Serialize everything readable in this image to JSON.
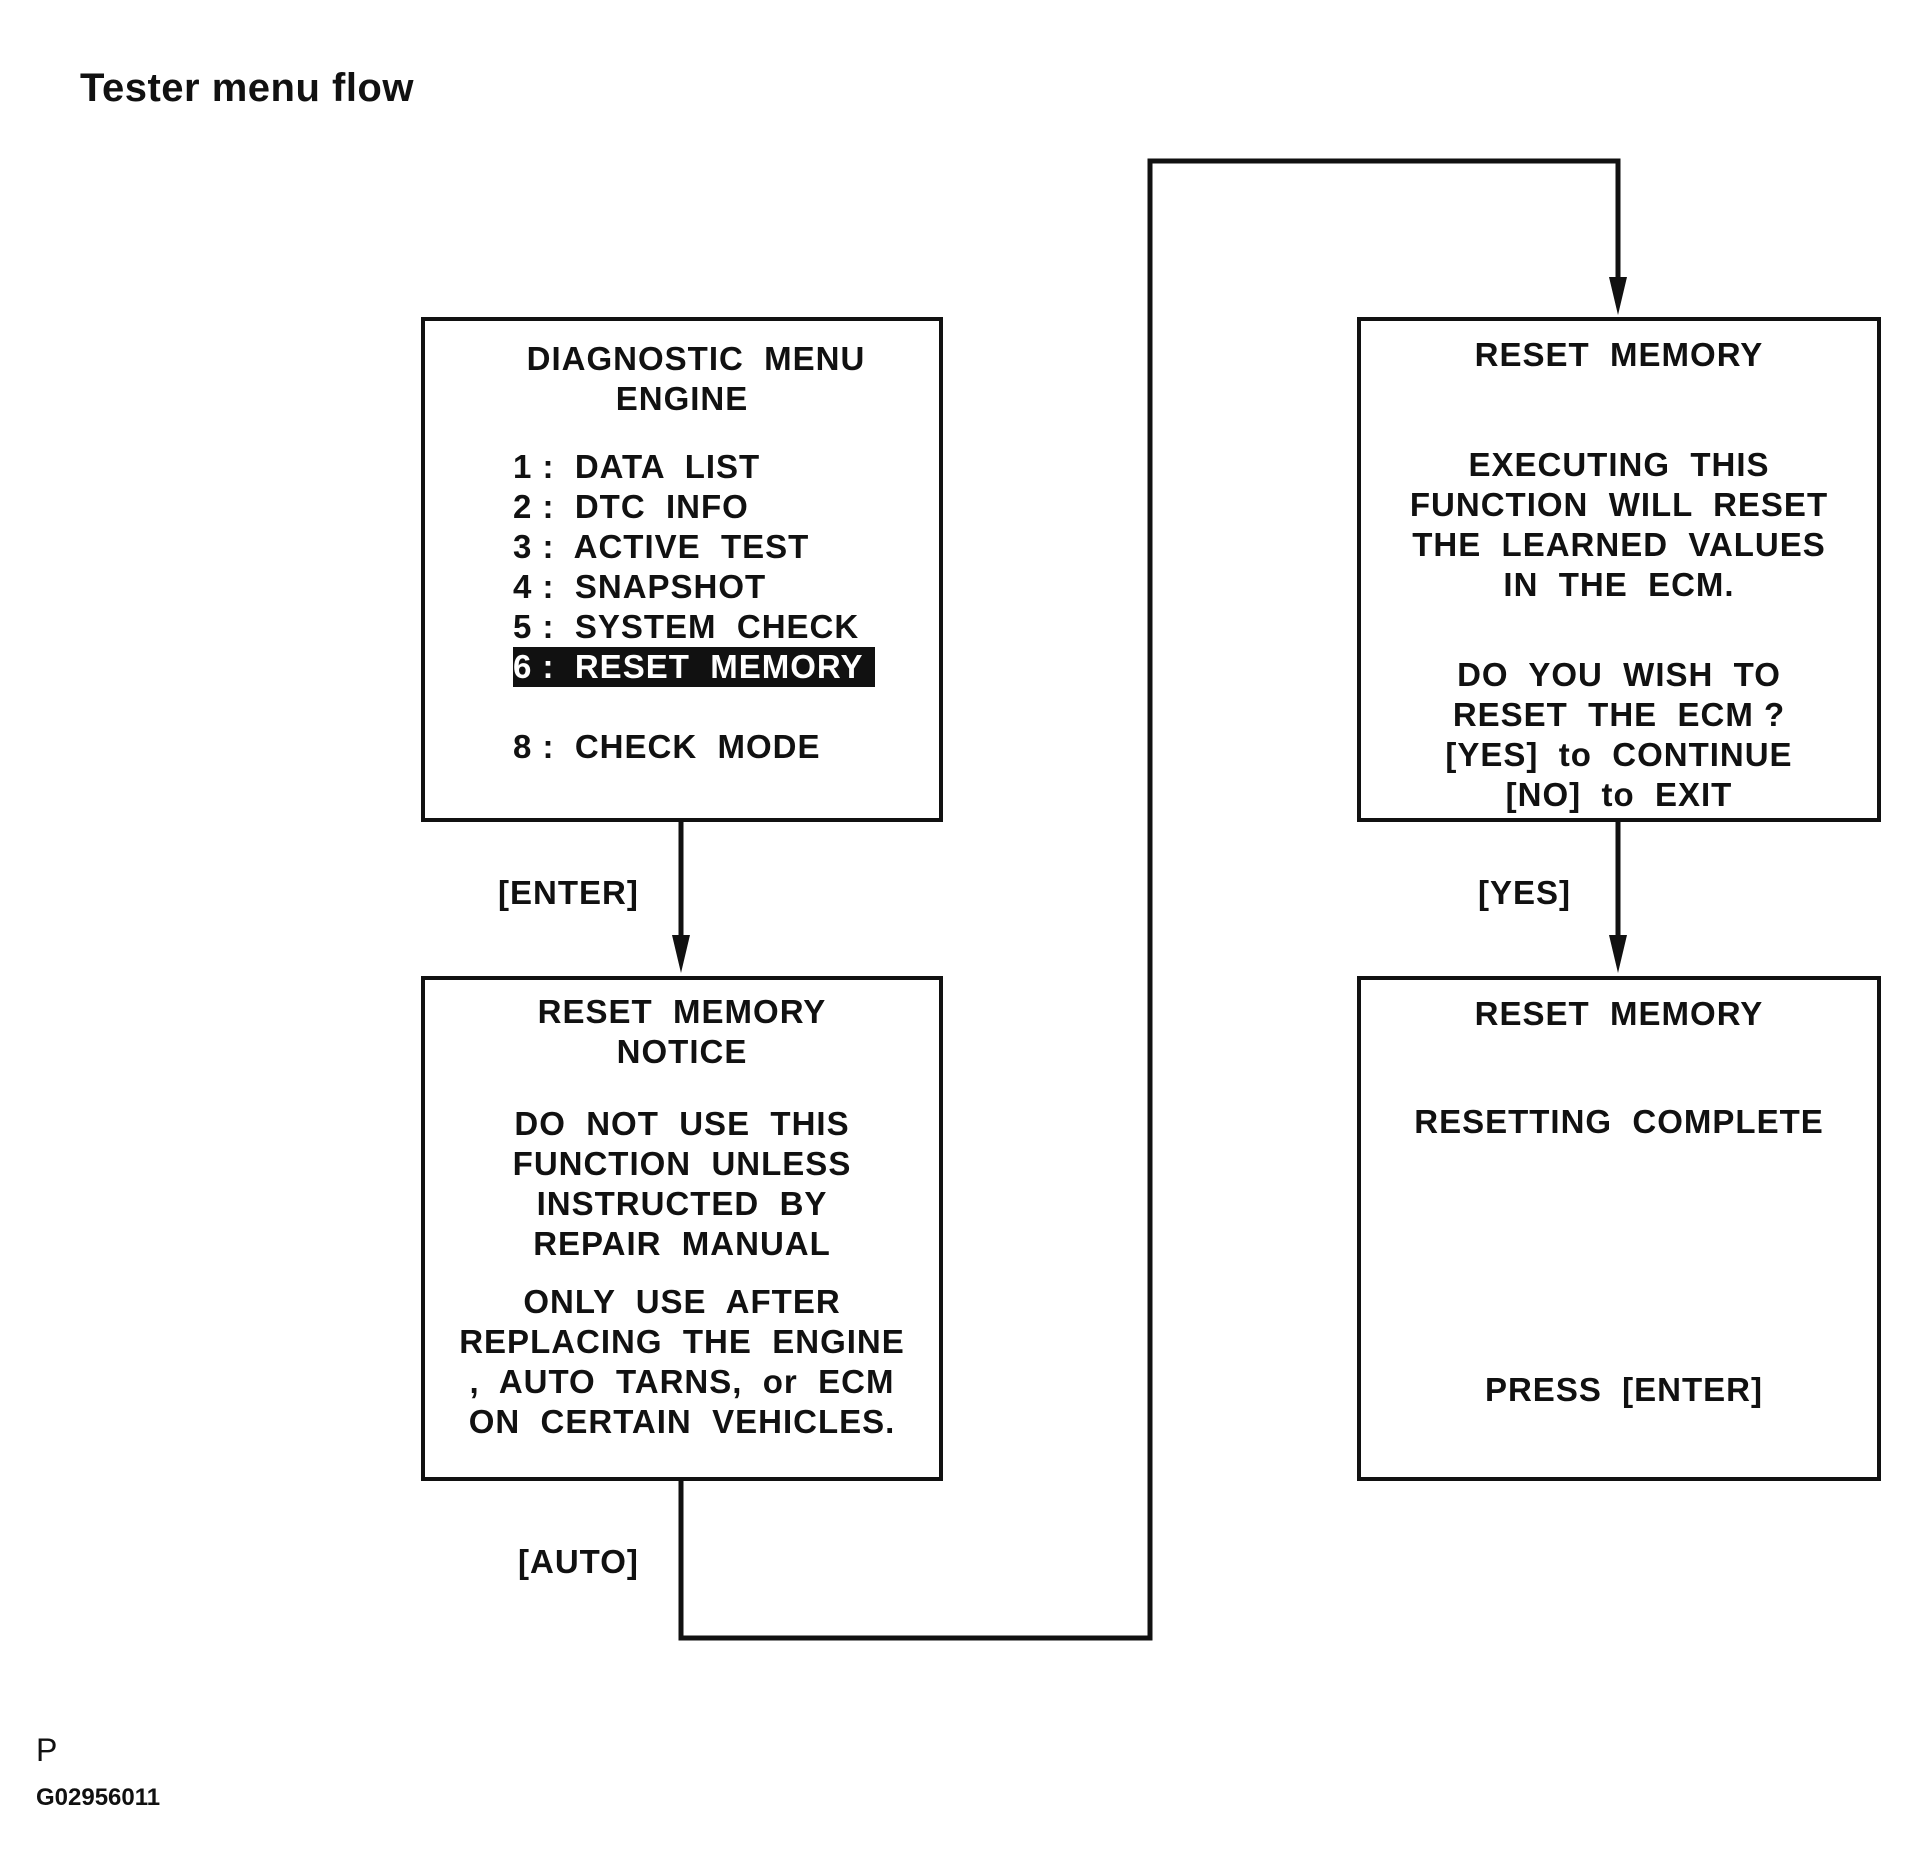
{
  "title": "Tester menu flow",
  "boxes": {
    "diag_menu": {
      "heading": [
        "DIAGNOSTIC  MENU",
        "ENGINE"
      ],
      "items": [
        "1 :  DATA  LIST",
        "2 :  DTC  INFO",
        "3 :  ACTIVE  TEST",
        "4 :  SNAPSHOT",
        "5 :  SYSTEM  CHECK",
        "6 :  RESET  MEMORY",
        "",
        "8 :  CHECK  MODE"
      ],
      "highlighted_item": "6 :  RESET  MEMORY"
    },
    "notice": {
      "heading": [
        "RESET  MEMORY",
        "NOTICE"
      ],
      "para1": [
        "DO  NOT  USE  THIS",
        "FUNCTION  UNLESS",
        "INSTRUCTED  BY",
        "REPAIR  MANUAL"
      ],
      "para2": [
        "ONLY  USE  AFTER",
        "REPLACING  THE  ENGINE",
        ",  AUTO  TARNS,  or  ECM",
        "ON  CERTAIN  VEHICLES."
      ]
    },
    "confirm": {
      "heading": "RESET  MEMORY",
      "para1": [
        "EXECUTING  THIS",
        "FUNCTION  WILL  RESET",
        "THE  LEARNED  VALUES",
        "IN  THE  ECM."
      ],
      "para2": [
        "DO  YOU  WISH  TO",
        "RESET  THE  ECM ?",
        "[YES]  to  CONTINUE",
        "[NO]  to  EXIT"
      ]
    },
    "complete": {
      "heading": "RESET  MEMORY",
      "status": "RESETTING  COMPLETE",
      "prompt": "PRESS  [ENTER]"
    }
  },
  "labels": {
    "enter": "[ENTER]",
    "auto": "[AUTO]",
    "yes": "[YES]"
  },
  "footer": {
    "letter": "P",
    "code": "G02956011"
  }
}
